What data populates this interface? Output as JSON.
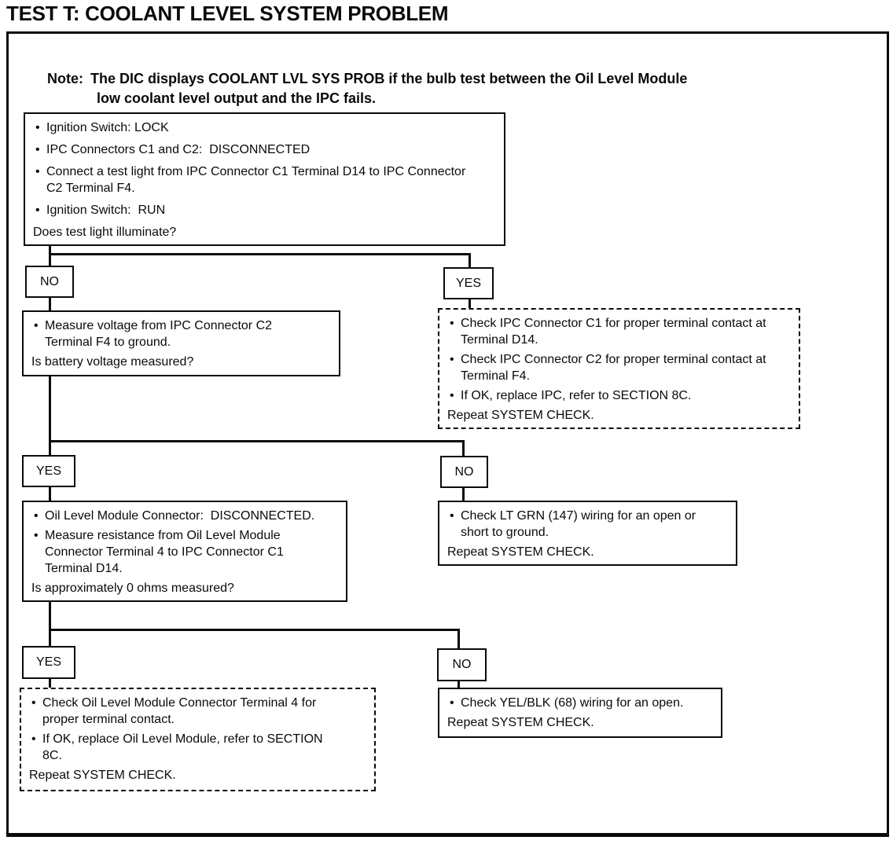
{
  "title": "TEST T: COOLANT LEVEL SYSTEM PROBLEM",
  "note": {
    "label": "Note:",
    "line1": "The DIC displays COOLANT LVL SYS PROB if the bulb test between the Oil Level Module",
    "line2": "low coolant level output and the IPC fails."
  },
  "flowchart": {
    "start": {
      "bullets": [
        "Ignition Switch: LOCK",
        "IPC Connectors C1 and C2:  DISCONNECTED",
        "Connect a test light from IPC Connector C1 Terminal D14 to IPC Connector C2 Terminal F4.",
        "Ignition Switch:  RUN"
      ],
      "question": "Does test light illuminate?"
    },
    "decisions": {
      "d1_no": "NO",
      "d1_yes": "YES",
      "d2_yes": "YES",
      "d2_no": "NO",
      "d3_yes": "YES",
      "d3_no": "NO"
    },
    "no1_box": {
      "bullets": [
        "Measure voltage from IPC Connector C2 Terminal F4 to ground."
      ],
      "question": "Is battery voltage measured?"
    },
    "yes1_box": {
      "bullets": [
        "Check IPC Connector C1 for proper terminal contact at Terminal D14.",
        "Check IPC Connector C2 for proper terminal contact at Terminal F4.",
        "If OK, replace IPC, refer to SECTION 8C."
      ],
      "footer": "Repeat SYSTEM CHECK."
    },
    "yes2_box": {
      "bullets": [
        "Oil Level Module Connector:  DISCONNECTED.",
        "Measure resistance from Oil Level Module Connector Terminal 4 to IPC Connector C1 Terminal D14."
      ],
      "question": "Is approximately 0 ohms measured?"
    },
    "no2_box": {
      "bullets": [
        "Check LT GRN (147) wiring for an open or short to ground."
      ],
      "footer": "Repeat SYSTEM CHECK."
    },
    "yes3_box": {
      "bullets": [
        "Check Oil Level Module Connector Terminal 4 for proper terminal contact.",
        "If OK, replace Oil Level Module, refer to SECTION 8C."
      ],
      "footer": "Repeat SYSTEM CHECK."
    },
    "no3_box": {
      "bullets": [
        "Check YEL/BLK (68) wiring for an open."
      ],
      "footer": "Repeat SYSTEM CHECK."
    }
  },
  "colors": {
    "ink": "#0a0a0a",
    "paper": "#ffffff"
  }
}
